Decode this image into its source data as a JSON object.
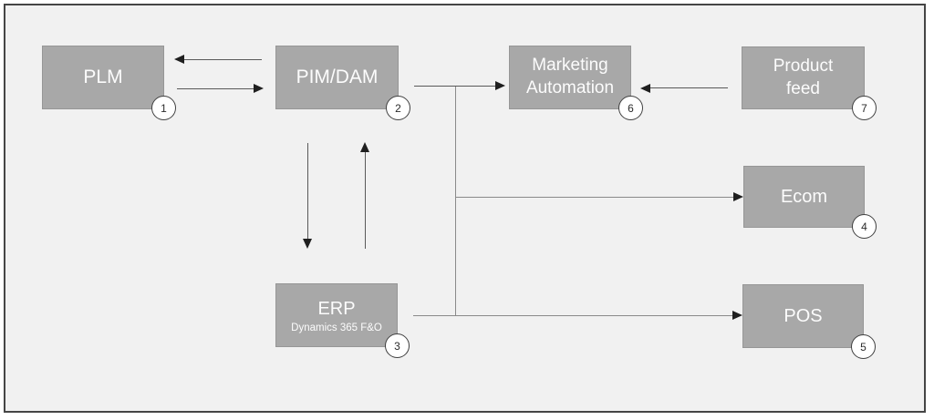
{
  "diagram": {
    "nodes": [
      {
        "id": "plm",
        "label": "PLM",
        "badge": "1"
      },
      {
        "id": "pim-dam",
        "label": "PIM/DAM",
        "badge": "2"
      },
      {
        "id": "erp",
        "label": "ERP",
        "sublabel": "Dynamics 365 F&O",
        "badge": "3"
      },
      {
        "id": "ecom",
        "label": "Ecom",
        "badge": "4"
      },
      {
        "id": "pos",
        "label": "POS",
        "badge": "5"
      },
      {
        "id": "marketing-automation",
        "label": "Marketing\nAutomation",
        "badge": "6"
      },
      {
        "id": "product-feed",
        "label": "Product\nfeed",
        "badge": "7"
      }
    ],
    "edges": [
      {
        "from": "PIM/DAM",
        "to": "PLM"
      },
      {
        "from": "PLM",
        "to": "PIM/DAM"
      },
      {
        "from": "PIM/DAM",
        "to": "ERP"
      },
      {
        "from": "ERP",
        "to": "PIM/DAM"
      },
      {
        "from": "PIM/DAM",
        "to": "Marketing Automation"
      },
      {
        "from": "PIM/DAM",
        "to": "Ecom"
      },
      {
        "from": "ERP",
        "to": "POS"
      },
      {
        "from": "Product feed",
        "to": "Marketing Automation"
      }
    ],
    "colors": {
      "background": "#f1f1f1",
      "frame_border": "#454545",
      "node_fill": "#a8a8a8",
      "node_border": "#969696",
      "node_text": "#fcfcfc",
      "connector_dark": "#595959",
      "connector_light": "#8a8a8a",
      "arrow": "#1f1f1f",
      "badge_bg": "#ffffff",
      "badge_border": "#404040",
      "badge_text": "#2b2b2b"
    }
  }
}
